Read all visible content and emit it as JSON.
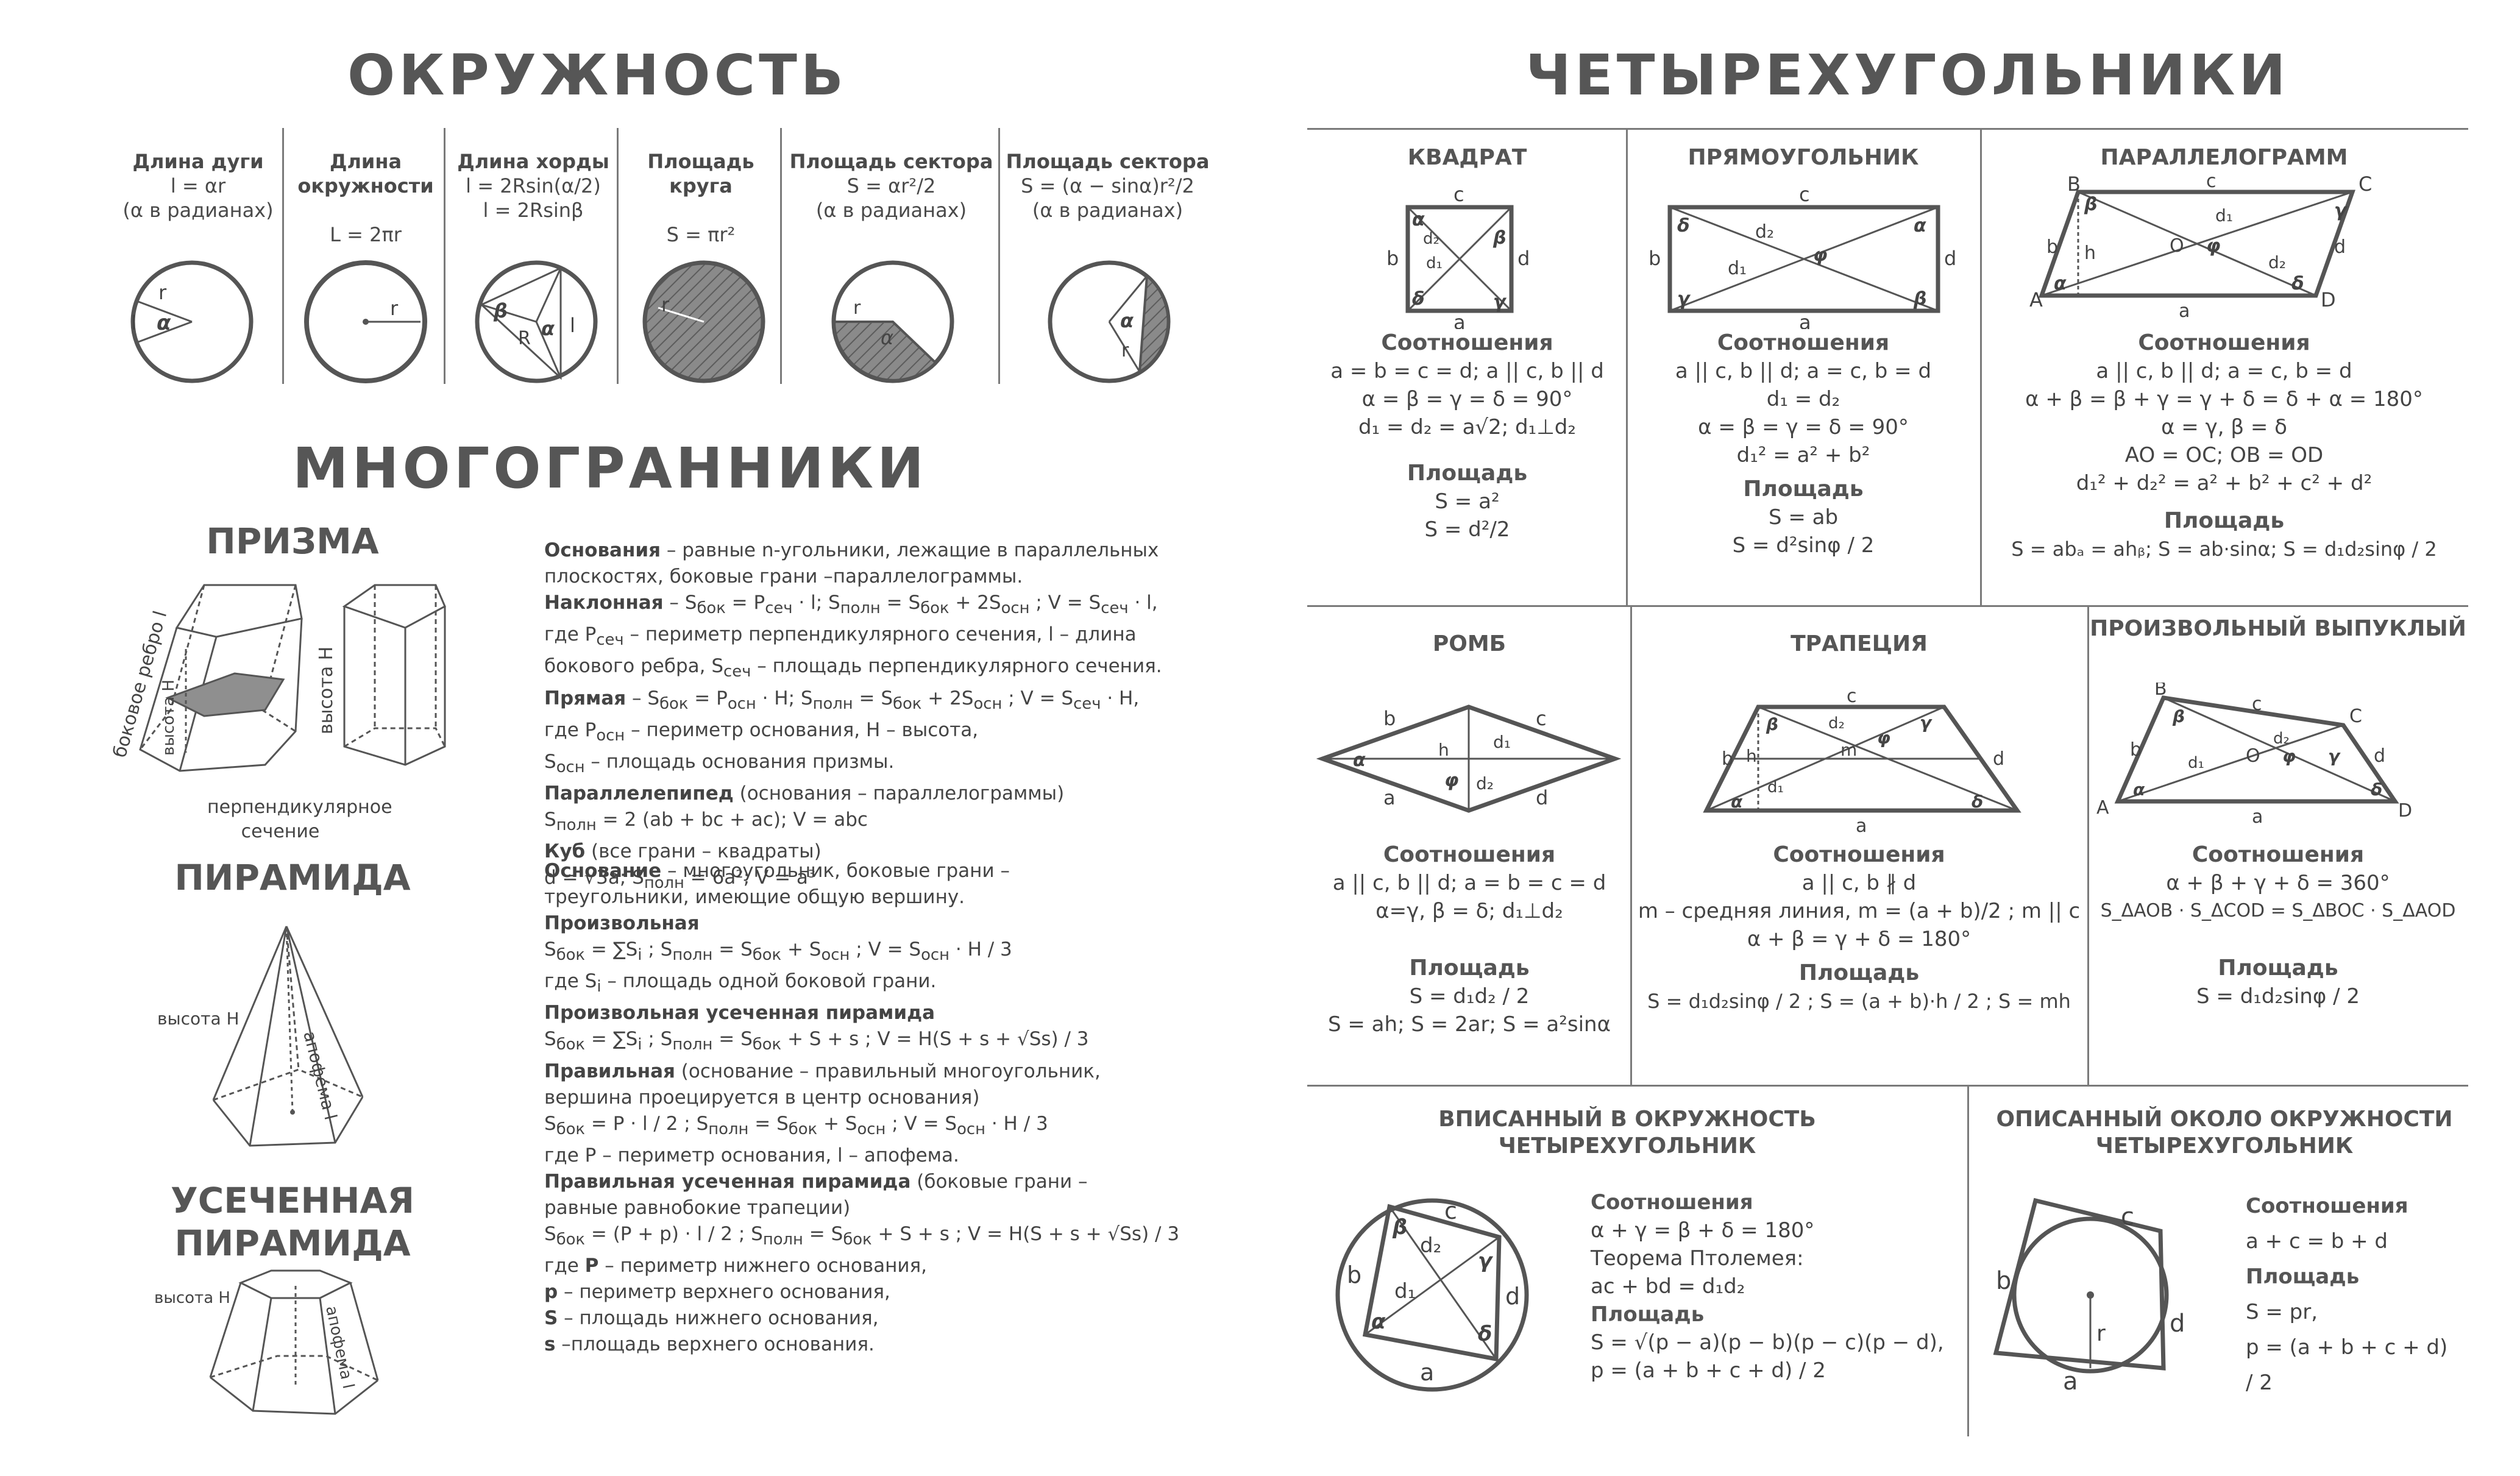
{
  "circle": {
    "title": "ОКРУЖНОСТЬ",
    "cells": [
      {
        "name": "Длина дуги",
        "formula": "l = αr",
        "note": "(α в радианах)",
        "lbl_r": "r",
        "lbl_l": "l",
        "lbl_a": "α"
      },
      {
        "name": "Длина окружности",
        "formula": "L = 2πr",
        "note": "",
        "lbl_r": "r"
      },
      {
        "name": "Длина хорды",
        "formula": "l = 2Rsin(α/2)",
        "note": "l = 2Rsinβ",
        "lbl_R": "R",
        "lbl_l": "l",
        "lbl_a": "α",
        "lbl_b": "β"
      },
      {
        "name": "Площадь круга",
        "formula": "S = πr²",
        "note": "",
        "lbl_r": "r"
      },
      {
        "name": "Площадь сектора",
        "formula": "S = αr²/2",
        "note": "(α в радианах)",
        "lbl_r": "r",
        "lbl_a": "α"
      },
      {
        "name": "Площадь сектора",
        "formula": "S = (α − sinα)r²/2",
        "note": "(α в радианах)",
        "lbl_r": "r",
        "lbl_a": "α"
      }
    ]
  },
  "poly": {
    "title": "МНОГОГРАННИКИ",
    "prism": {
      "title": "ПРИЗМА",
      "lbl_edge": "боковое ребро l",
      "lbl_h": "высота H",
      "lbl_h2": "высота H",
      "lbl_cut": "перпендикулярное сечение",
      "lines": [
        "<b>Основания</b> – равные n-угольники, лежащие в параллельных",
        "плоскостях, боковые грани –параллелограммы.",
        "<b>Наклонная</b> – S<sub>бок</sub> = P<sub>сеч</sub> · l;   S<sub>полн</sub> = S<sub>бок</sub> + 2S<sub>осн</sub> ;  V = S<sub>сеч</sub> · l,",
        "где P<sub>сеч</sub> – периметр перпендикулярного сечения, l – длина",
        "бокового ребра, S<sub>сеч</sub> – площадь перпендикулярного сечения.",
        "<b>Прямая</b> – S<sub>бок</sub> = P<sub>осн</sub> · H;   S<sub>полн</sub> = S<sub>бок</sub> + 2S<sub>осн</sub> ;  V = S<sub>сеч</sub> · H,",
        "где P<sub>осн</sub> – периметр основания, H – высота,",
        "S<sub>осн</sub> – площадь основания призмы.",
        "<b>Параллелепипед</b> (основания – параллелограммы)",
        "S<sub>полн</sub> = 2 (ab + bc + ac);         V = abc",
        "<b>Куб</b> (все грани – квадраты)",
        "d = √3a;                         S<sub>полн</sub> = 6a²;           V = a³"
      ]
    },
    "pyramid": {
      "title": "ПИРАМИДА",
      "lbl_h": "высота H",
      "lbl_ap": "апофема l",
      "lines": [
        "<b>Основание</b> – многоугольник, боковые грани –",
        "треугольники, имеющие общую вершину.",
        "<b>Произвольная</b>",
        "S<sub>бок</sub> = ∑S<sub>i</sub> ;            S<sub>полн</sub> = S<sub>бок</sub> + S<sub>осн</sub> ;     V = S<sub>осн</sub> · H / 3",
        "где S<sub>i</sub> – площадь одной боковой грани.",
        "<b>Произвольная усеченная пирамида</b>",
        "S<sub>бок</sub> = ∑S<sub>i</sub> ;            S<sub>полн</sub> = S<sub>бок</sub> + S + s ;     V = H(S + s + √Ss) / 3",
        "<b>Правильная</b> (основание – правильный многоугольник,",
        "вершина проецируется в центр основания)",
        "S<sub>бок</sub> = P · l / 2 ;          S<sub>полн</sub> = S<sub>бок</sub> + S<sub>осн</sub> ;      V = S<sub>осн</sub> · H / 3",
        "где P – периметр основания, l – апофема.",
        "<b>Правильная усеченная пирамида</b> (боковые грани –",
        "равные равнобокие трапеции)",
        "S<sub>бок</sub> = (P + p) · l / 2 ;     S<sub>полн</sub> = S<sub>бок</sub> + S + s ;     V = H(S + s + √Ss) / 3",
        "где <b>P</b> – периметр нижнего основания,",
        "<b>p</b> – периметр верхнего основания,",
        "<b>S</b> – площадь нижнего основания,",
        "<b>s</b> –площадь верхнего основания."
      ]
    },
    "frustum": {
      "title": "УСЕЧЕННАЯ ПИРАМИДА",
      "lbl_h": "высота H",
      "lbl_ap": "апофема l"
    }
  },
  "quad": {
    "title": "ЧЕТЫРЕХУГОЛЬНИКИ",
    "rel_label": "Соотношения",
    "area_label": "Площадь",
    "square": {
      "title": "КВАДРАТ",
      "rel": [
        "a = b = c = d; a || c, b || d",
        "α = β = γ = δ = 90°",
        "d₁ = d₂ = a√2; d₁⊥d₂"
      ],
      "area": [
        "S = a²",
        "S = d²/2"
      ]
    },
    "rect": {
      "title": "ПРЯМОУГОЛЬНИК",
      "rel": [
        "a || c, b || d; a = c, b = d",
        "d₁ = d₂",
        "α = β = γ = δ = 90°",
        "d₁² = a² + b²"
      ],
      "area": [
        "S = ab",
        "S = d²sinφ / 2"
      ]
    },
    "para": {
      "title": "ПАРАЛЛЕЛОГРАММ",
      "rel": [
        "a || c, b || d; a = c, b = d",
        "α + β = β + γ = γ + δ = δ + α = 180°",
        "α = γ, β = δ",
        "AO = OC; OB = OD",
        "d₁² + d₂² = a² + b² + c² + d²"
      ],
      "area": [
        "S = abₐ = ahᵦ; S = ab·sinα; S = d₁d₂sinφ / 2"
      ]
    },
    "rhomb": {
      "title": "РОМБ",
      "rel": [
        "a || c, b || d; a = b = c = d",
        "α=γ, β = δ; d₁⊥d₂"
      ],
      "area": [
        "S = d₁d₂ / 2",
        "S = ah; S = 2ar; S = a²sinα"
      ]
    },
    "trap": {
      "title": "ТРАПЕЦИЯ",
      "rel": [
        "a || c, b ∦ d",
        "m – средняя линия, m = (a + b)/2 ; m || c",
        "α + β = γ + δ = 180°"
      ],
      "area": [
        "S = d₁d₂sinφ / 2 ; S = (a + b)·h / 2 ; S = mh"
      ]
    },
    "conv": {
      "title": "ПРОИЗВОЛЬНЫЙ ВЫПУКЛЫЙ",
      "rel": [
        "α + β + γ + δ = 360°",
        "S_ΔAOB · S_ΔCOD = S_ΔBOC · S_ΔAOD"
      ],
      "area": [
        "S = d₁d₂sinφ / 2"
      ]
    },
    "inscribed": {
      "title": "ВПИСАННЫЙ В ОКРУЖНОСТЬ ЧЕТЫРЕХУГОЛЬНИК",
      "rel": [
        "α + γ = β + δ = 180°",
        "Теорема Птолемея:",
        "ac + bd = d₁d₂"
      ],
      "area": [
        "S = √(p − a)(p − b)(p − c)(p − d),",
        "p = (a + b + c + d) / 2"
      ]
    },
    "circum": {
      "title": "ОПИСАННЫЙ ОКОЛО ОКРУЖНОСТИ ЧЕТЫРЕХУГОЛЬНИК",
      "rel": [
        "a + c = b + d"
      ],
      "area": [
        "S = pr,",
        "p = (a + b + c + d) / 2"
      ]
    }
  }
}
